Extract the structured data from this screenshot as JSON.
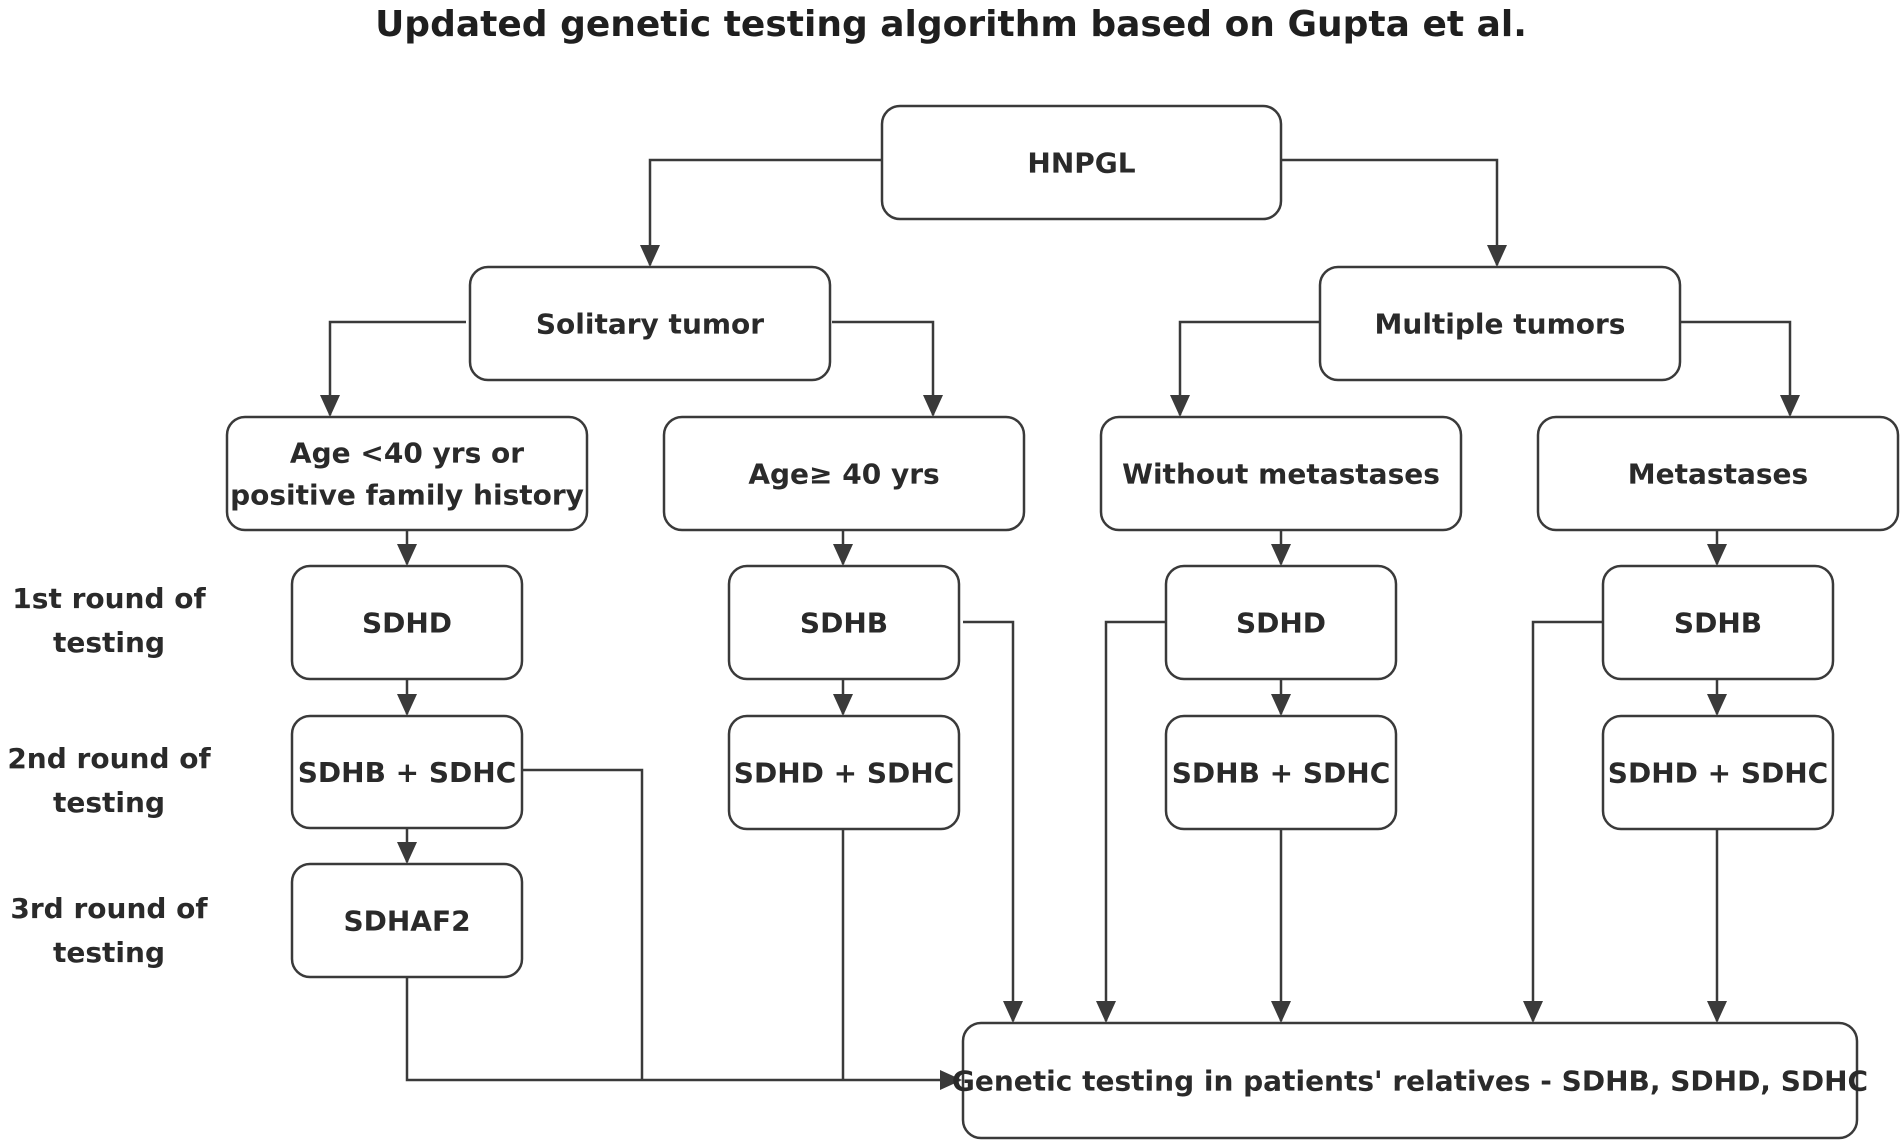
{
  "title": "Updated genetic testing algorithm based on Gupta et al.",
  "colors": {
    "stroke": "#3a3a3a",
    "text": "#2a2a2a",
    "background": "#ffffff"
  },
  "row_labels": [
    [
      "1st round of",
      "testing"
    ],
    [
      "2nd round of",
      "testing"
    ],
    [
      "3rd round of",
      "testing"
    ]
  ],
  "nodes": {
    "hnpgl": [
      "HNPGL"
    ],
    "solitary": [
      "Solitary tumor"
    ],
    "multiple": [
      "Multiple tumors"
    ],
    "age_lt40": [
      "Age  <40 yrs or",
      "positive family history"
    ],
    "age_ge40": [
      "Age≥ 40 yrs"
    ],
    "without_met": [
      "Without metastases"
    ],
    "metastases": [
      "Metastases"
    ],
    "a_r1": [
      "SDHD"
    ],
    "a_r2": [
      "SDHB + SDHC"
    ],
    "a_r3": [
      "SDHAF2"
    ],
    "b_r1": [
      "SDHB"
    ],
    "b_r2": [
      "SDHD + SDHC"
    ],
    "c_r1": [
      "SDHD"
    ],
    "c_r2": [
      "SDHB + SDHC"
    ],
    "d_r1": [
      "SDHB"
    ],
    "d_r2": [
      "SDHD + SDHC"
    ],
    "relatives": [
      "Genetic testing in patients' relatives - SDHB, SDHD, SDHC"
    ]
  }
}
